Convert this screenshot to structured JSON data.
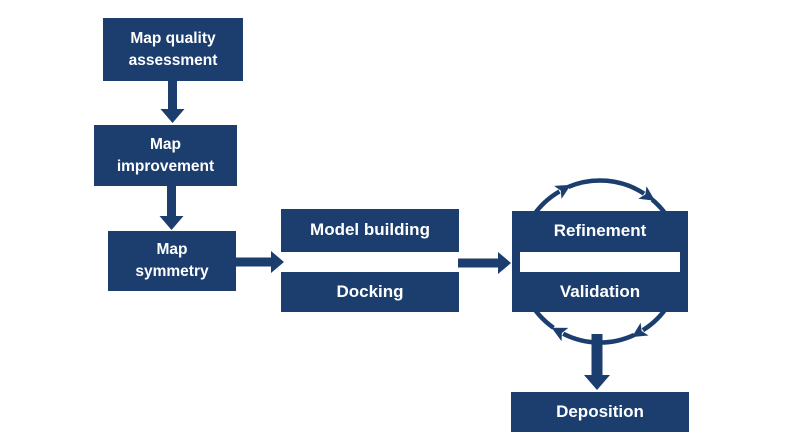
{
  "diagram": {
    "colors": {
      "node_fill": "#1b3e6e",
      "node_text": "#ffffff",
      "arrow": "#1b3e6e",
      "background": "#ffffff"
    },
    "nodes": {
      "map_quality": {
        "label": "Map quality\nassessment"
      },
      "map_improvement": {
        "label": "Map\nimprovement"
      },
      "map_symmetry": {
        "label": "Map\nsymmetry"
      },
      "model_building": {
        "label": "Model building"
      },
      "docking": {
        "label": "Docking"
      },
      "refinement": {
        "label": "Refinement"
      },
      "validation": {
        "label": "Validation"
      },
      "deposition": {
        "label": "Deposition"
      }
    },
    "edges": [
      {
        "from": "map_quality",
        "to": "map_improvement",
        "type": "arrow"
      },
      {
        "from": "map_improvement",
        "to": "map_symmetry",
        "type": "arrow"
      },
      {
        "from": "map_symmetry",
        "to": "model_building+docking",
        "type": "arrow"
      },
      {
        "from": "model_building+docking",
        "to": "refinement+validation",
        "type": "arrow"
      },
      {
        "from": "refinement",
        "to": "validation",
        "type": "cycle-clockwise"
      },
      {
        "from": "refinement+validation",
        "to": "deposition",
        "type": "arrow"
      }
    ]
  }
}
